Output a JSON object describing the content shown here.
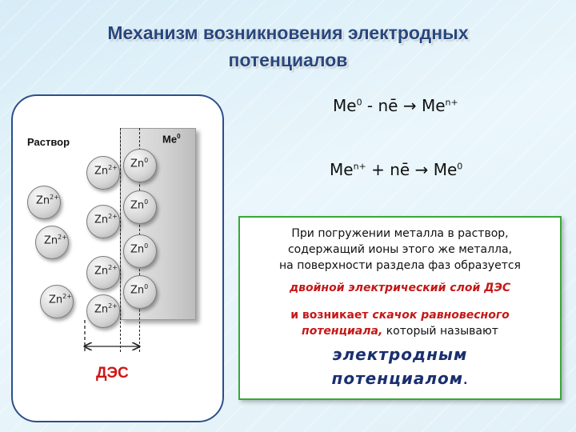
{
  "title": {
    "line1": "Механизм возникновения электродных",
    "line2": "потенциалов"
  },
  "diagram": {
    "solution_label": "Раствор",
    "metal_label": "Me",
    "metal_label_sup": "0",
    "des_label": "ДЭС",
    "ion": "Zn",
    "ion_charge": "2+",
    "atom": "Zn",
    "atom_charge": "0"
  },
  "equations": {
    "eq1_a": "Me",
    "eq1_a_sup": "0",
    "eq1_mid": " - nē → Me",
    "eq1_b_sup": "n+",
    "eq2_a": "Me",
    "eq2_a_sup": "n+",
    "eq2_mid": " + nē → Me",
    "eq2_b_sup": "0"
  },
  "textbox": {
    "line1": "При погружении металла в раствор,",
    "line2": "содержащий ионы этого же металла,",
    "line3": "на поверхности раздела фаз образуется",
    "red1": "двойной электрический слой ДЭС",
    "red2a": "и возникает ",
    "red2b": "скачок равновесного",
    "red3": "потенциала,",
    "plain3": " который называют",
    "blue1": "электродным",
    "blue2": "потенциалом",
    "end": "."
  },
  "colors": {
    "title": "#27477e",
    "frame": "#2d4f8a",
    "des": "#d01515",
    "box_border": "#38a838",
    "emphasis_red": "#c41818",
    "emphasis_blue": "#1a2f6e"
  }
}
